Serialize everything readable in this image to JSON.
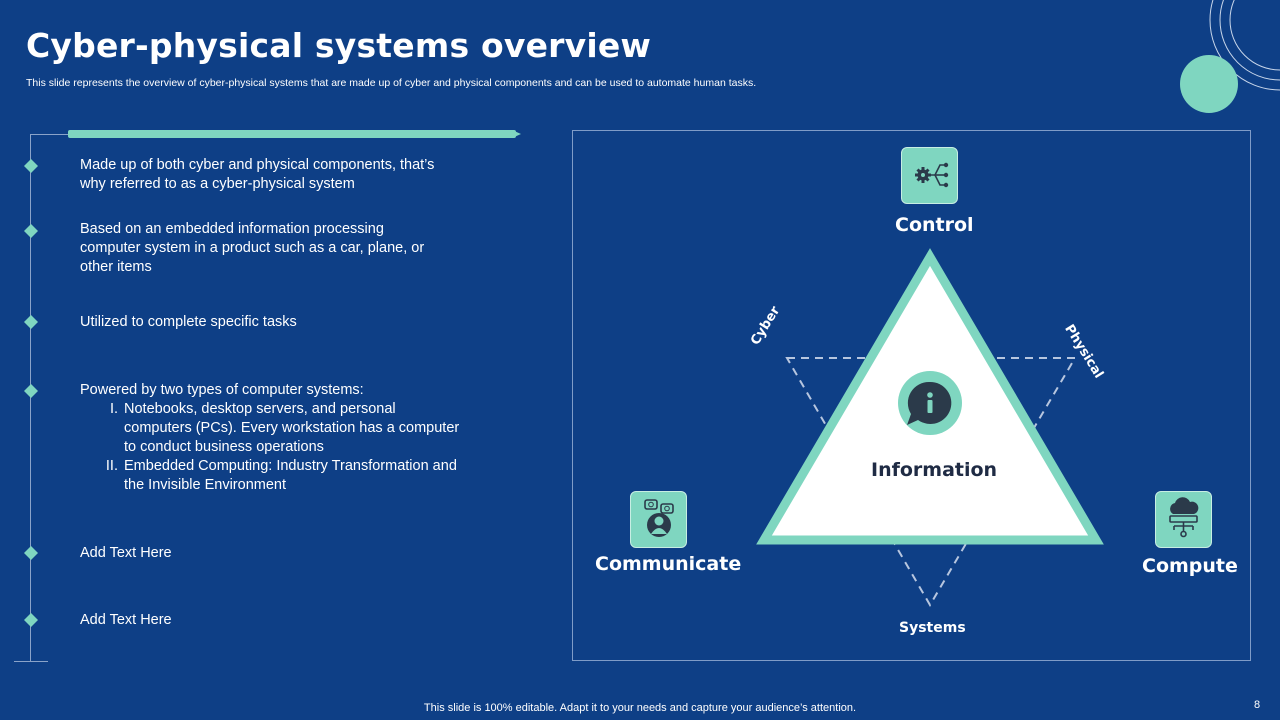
{
  "slide": {
    "title": "Cyber-physical systems overview",
    "subtitle": "This slide represents the overview of cyber-physical systems that are made up of cyber and physical components and can be used to automate human tasks."
  },
  "points": [
    {
      "text": "Made up of both cyber and physical components, that’s why referred to as a cyber-physical system"
    },
    {
      "text": "Based on an embedded information processing computer system in a product such as a car, plane, or other items"
    },
    {
      "text": "Utilized to complete specific tasks"
    },
    {
      "text": "Powered by two types of computer systems:",
      "sub": [
        {
          "num": "I.",
          "text": "Notebooks, desktop servers, and personal computers (PCs). Every workstation has a computer to conduct business operations"
        },
        {
          "num": "II.",
          "text": "Embedded Computing: Industry  Transformation and the Invisible Environment"
        }
      ]
    },
    {
      "text": "Add Text Here"
    },
    {
      "text": "Add Text Here"
    }
  ],
  "diagram": {
    "top": {
      "label": "Control",
      "icon": "gear-network-icon"
    },
    "left": {
      "label": "Communicate",
      "icon": "user-chat-icon"
    },
    "right": {
      "label": "Compute",
      "icon": "cloud-network-icon"
    },
    "center": {
      "label": "Information",
      "icon": "info-bubble-icon"
    },
    "edges": {
      "left": "Cyber",
      "right": "Physical",
      "bottom": "Systems"
    }
  },
  "colors": {
    "background": "#0e3f86",
    "accent": "#7fd6c0",
    "triangle_fill": "#ffffff",
    "dark_text": "#1f2b44"
  },
  "footer": {
    "note": "This slide is 100% editable. Adapt it to your needs and capture your audience’s attention.",
    "page": "8"
  }
}
